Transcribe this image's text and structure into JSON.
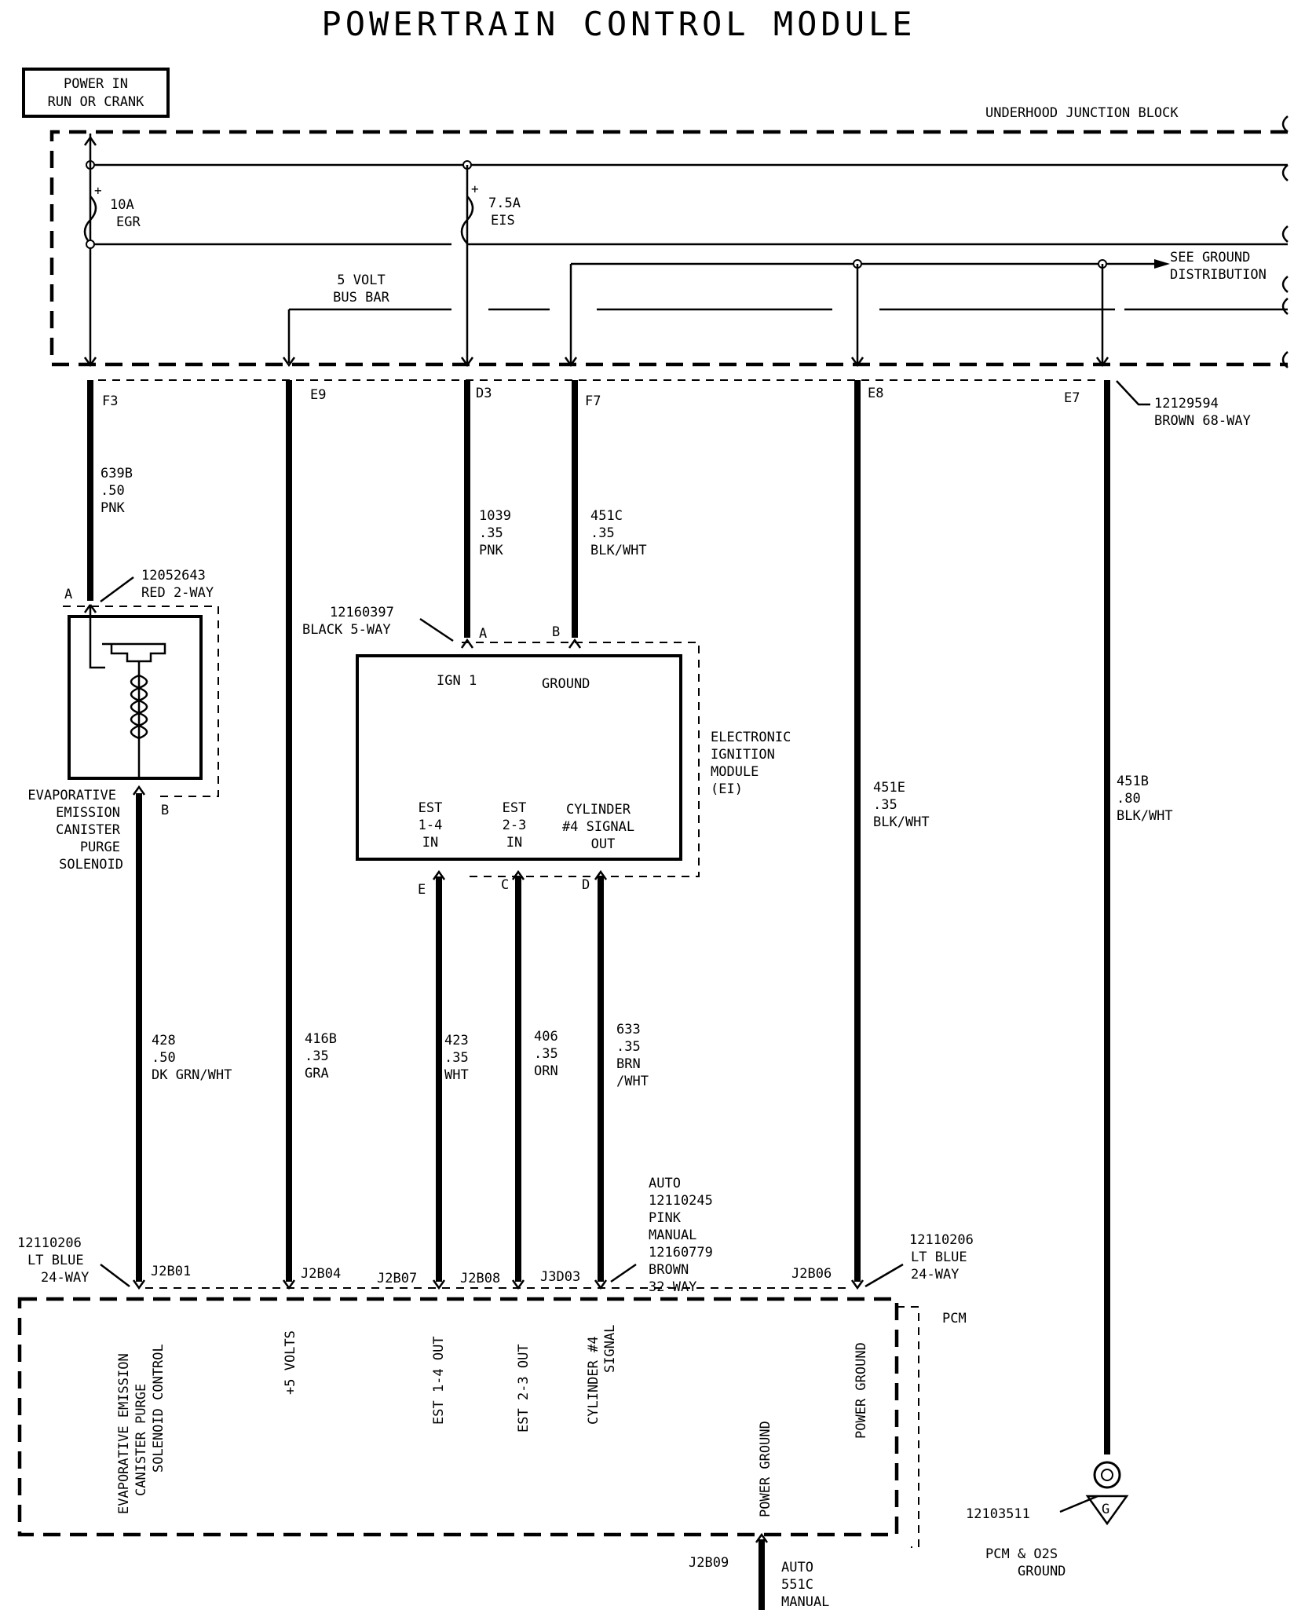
{
  "title": "POWERTRAIN CONTROL MODULE",
  "power_box": {
    "line1": "POWER IN",
    "line2": "RUN OR CRANK"
  },
  "underhood_junction_block": "UNDERHOOD JUNCTION BLOCK",
  "fuse_egr": {
    "rating": "10A",
    "name": "EGR"
  },
  "fuse_eis": {
    "rating": "7.5A",
    "name": "EIS"
  },
  "bus_bar": {
    "line1": "5 VOLT",
    "line2": "BUS BAR"
  },
  "see_ground": {
    "line1": "SEE GROUND",
    "line2": "DISTRIBUTION"
  },
  "ujb_pins": [
    "F3",
    "E9",
    "D3",
    "F7",
    "E8",
    "E7"
  ],
  "ujb_connector": {
    "part": "12129594",
    "desc": "BROWN 68-WAY"
  },
  "wires": {
    "w639b": {
      "circuit": "639B",
      "gauge": ".50",
      "color": "PNK"
    },
    "w1039": {
      "circuit": "1039",
      "gauge": ".35",
      "color": "PNK"
    },
    "w451c": {
      "circuit": "451C",
      "gauge": ".35",
      "color": "BLK/WHT"
    },
    "w451e": {
      "circuit": "451E",
      "gauge": ".35",
      "color": "BLK/WHT"
    },
    "w451b": {
      "circuit": "451B",
      "gauge": ".80",
      "color": "BLK/WHT"
    },
    "w428": {
      "circuit": "428",
      "gauge": ".50",
      "color": "DK GRN/WHT"
    },
    "w416b": {
      "circuit": "416B",
      "gauge": ".35",
      "color": "GRA"
    },
    "w423": {
      "circuit": "423",
      "gauge": ".35",
      "color": "WHT"
    },
    "w406": {
      "circuit": "406",
      "gauge": ".35",
      "color": "ORN"
    },
    "w633": {
      "circuit": "633",
      "gauge": ".35",
      "color1": "BRN",
      "color2": "/WHT"
    }
  },
  "solenoid": {
    "connector_part": "12052643",
    "connector_desc": "RED 2-WAY",
    "pin_a": "A",
    "pin_b": "B",
    "name_lines": [
      "EVAPORATIVE",
      "EMISSION",
      "CANISTER",
      "PURGE",
      "SOLENOID"
    ]
  },
  "ei_module": {
    "connector_part": "12160397",
    "connector_desc": "BLACK 5-WAY",
    "pin_a": "A",
    "pin_b": "B",
    "pin_e": "E",
    "pin_c": "C",
    "pin_d": "D",
    "ign1": "IGN 1",
    "ground": "GROUND",
    "est14": [
      "EST",
      "1-4",
      "IN"
    ],
    "est23": [
      "EST",
      "2-3",
      "IN"
    ],
    "cyl4": [
      "CYLINDER",
      "#4  SIGNAL",
      "OUT"
    ],
    "name_lines": [
      "ELECTRONIC",
      "IGNITION",
      "MODULE",
      "(EI)"
    ]
  },
  "pcm_connector_left": {
    "part": "12110206",
    "desc1": "LT BLUE",
    "desc2": "24-WAY"
  },
  "pcm_connector_right": {
    "part": "12110206",
    "desc1": "LT BLUE",
    "desc2": "24-WAY"
  },
  "pcm_connector_mid": [
    "AUTO",
    "12110245",
    "PINK",
    "MANUAL",
    "12160779",
    "BROWN",
    "32-WAY"
  ],
  "pcm_pins": [
    "J2B01",
    "J2B04",
    "J2B07",
    "J2B08",
    "J3D03",
    "J2B06",
    "J2B09"
  ],
  "pcm": {
    "name": "PCM",
    "evap_lines": [
      "EVAPORATIVE EMISSION",
      "CANISTER PURGE",
      "SOLENOID CONTROL"
    ],
    "plus5": "+5 VOLTS",
    "est14": "EST 1-4 OUT",
    "est23": "EST 2-3 OUT",
    "cyl4": [
      "CYLINDER #4",
      "SIGNAL"
    ],
    "power_ground_a": "POWER GROUND",
    "power_ground_b": "POWER GROUND"
  },
  "bottom_wire": [
    "AUTO",
    "551C",
    "MANUAL"
  ],
  "ground": {
    "part": "12103511",
    "symbol": "G",
    "line1": "PCM & O2S",
    "line2": "GROUND"
  }
}
